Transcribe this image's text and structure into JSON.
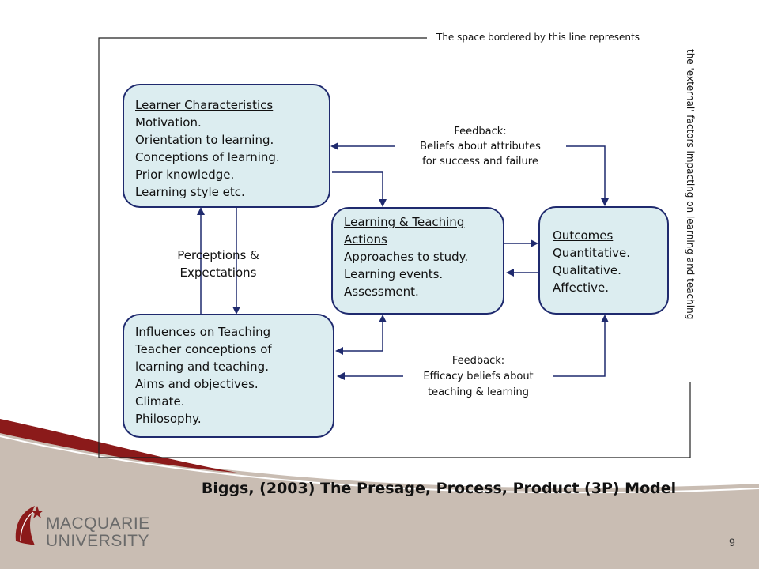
{
  "border_note": {
    "top": "The space bordered by this line represents",
    "side": "the 'external' factors impacting on learning and teaching"
  },
  "learner_characteristics": {
    "title": "Learner Characteristics",
    "lines": [
      "Motivation.",
      "Orientation to learning.",
      "Conceptions of learning.",
      "Prior knowledge.",
      "Learning style etc."
    ]
  },
  "influences_on_teaching": {
    "title": "Influences on Teaching",
    "lines": [
      "Teacher conceptions of",
      "learning and teaching.",
      "Aims and objectives.",
      "Climate.",
      "Philosophy."
    ]
  },
  "learning_teaching_actions": {
    "title_lines": [
      "Learning & Teaching",
      "Actions"
    ],
    "lines": [
      "Approaches to study.",
      "Learning events.",
      "Assessment."
    ]
  },
  "outcomes": {
    "title": "Outcomes",
    "lines": [
      "Quantitative.",
      "Qualitative.",
      "Affective."
    ]
  },
  "perceptions_label": [
    "Perceptions &",
    "Expectations"
  ],
  "feedback_top": [
    "Feedback:",
    "Beliefs about attributes",
    "for success and failure"
  ],
  "feedback_bottom": [
    "Feedback:",
    "Efficacy beliefs about",
    "teaching & learning"
  ],
  "citation": "Biggs, (2003) The Presage, Process, Product (3P) Model",
  "logo": {
    "line1": "MACQUARIE",
    "line2": "UNIVERSITY"
  },
  "page_number": "9",
  "colors": {
    "box_fill": "#dcedf0",
    "box_border": "#1f2a6e",
    "footer_band": "#c9bdb3",
    "footer_red": "#8b1a1a",
    "arrow": "#1f2a6e"
  }
}
